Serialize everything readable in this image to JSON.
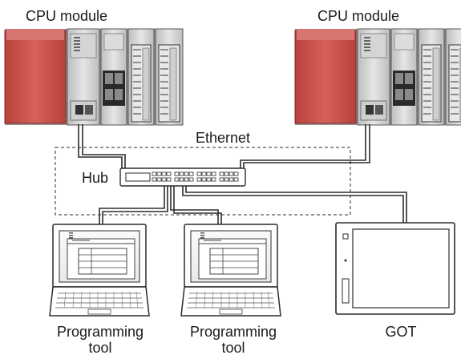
{
  "labels": {
    "cpu_left": "CPU module",
    "cpu_right": "CPU module",
    "network": "Ethernet",
    "hub": "Hub",
    "tool_left": [
      "Programming",
      "tool"
    ],
    "tool_right": [
      "Programming",
      "tool"
    ],
    "got": "GOT"
  },
  "colors": {
    "module_red": "#c8504a",
    "module_red_dark": "#a63b37",
    "module_gray": "#c9c9c9",
    "module_light": "#e4e4e4",
    "module_dark": "#3a3a3a",
    "line": "#2b2b2b"
  }
}
